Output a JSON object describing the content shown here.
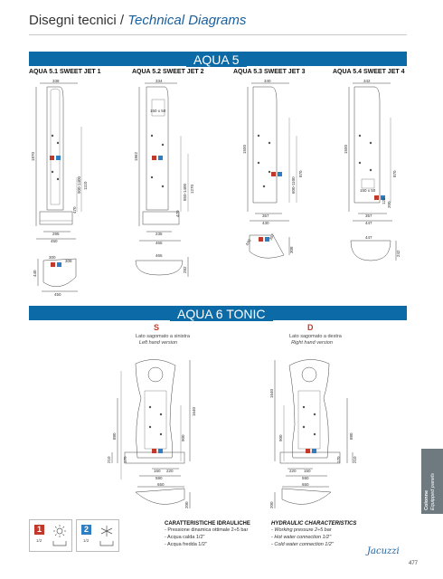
{
  "header": {
    "title_it": "Disegni tecnici /",
    "title_en": "Technical Diagrams"
  },
  "aqua5": {
    "section_title": "AQUA 5",
    "models": [
      {
        "label": "AQUA 5.1 SWEET JET 1"
      },
      {
        "label": "AQUA 5.2 SWEET JET 2"
      },
      {
        "label": "AQUA 5.3 SWEET JET 3"
      },
      {
        "label": "AQUA 5.4 SWEET JET 4"
      }
    ],
    "dims": {
      "m1_top": "338",
      "m1_h": "1870",
      "m1_h2": "1110",
      "m1_h3": "900-1400",
      "m1_h4": "470",
      "m1_w1": "295",
      "m1_w2": "450",
      "m1_plan_w": "450",
      "m1_plan_side": "440",
      "m1_plan_a": "300",
      "m1_plan_b": "308",
      "m2_top": "334",
      "m2_box": "150 x 50",
      "m2_h": "1862",
      "m2_h2": "1270",
      "m2_h3": "850-1400",
      "m2_h4": "470",
      "m2_w1": "235",
      "m2_w2": "465",
      "m2_plan_w": "465",
      "m2_plan_side": "282",
      "m3_top": "340",
      "m3_h": "1550",
      "m3_h2": "870",
      "m3_h3": "600-1100",
      "m3_w1": "357",
      "m3_w2": "430",
      "m3_plan_a": "430",
      "m3_plan_b": "357",
      "m3_plan_c": "308",
      "m4_top": "342",
      "m4_h": "1550",
      "m4_h2": "870",
      "m4_box": "150 x 50",
      "m4_h3": "120",
      "m4_h4": "200",
      "m4_w1": "357",
      "m4_w2": "447",
      "m4_plan_w": "447",
      "m4_plan_side": "242"
    }
  },
  "aqua6": {
    "section_title": "AQUA 6 TONIC",
    "left": {
      "letter": "S",
      "caption_it": "Lato sagomato a sinistra",
      "caption_en": "Left hand version",
      "dims": {
        "h": "1640",
        "h2": "880",
        "h3": "900",
        "h4": "210",
        "h5": "170",
        "w1": "150",
        "w2": "220",
        "w3": "590",
        "plan_w": "650",
        "plan_side": "200"
      }
    },
    "right": {
      "letter": "D",
      "caption_it": "Lato sagomato a destra",
      "caption_en": "Right hand version",
      "dims": {
        "h": "1640",
        "h2": "880",
        "h3": "900",
        "h4": "210",
        "h5": "170",
        "w1": "220",
        "w2": "150",
        "w3": "590",
        "plan_w": "650",
        "plan_side": "200"
      }
    }
  },
  "side_tab": {
    "line1": "Colonne",
    "line2": "Equipped panels"
  },
  "legend": [
    {
      "number": "1",
      "sub": "1/2",
      "icon": "sun-icon"
    },
    {
      "number": "2",
      "sub": "1/2",
      "icon": "snowflake-icon"
    }
  ],
  "specs_it": {
    "title": "CARATTERISTICHE IDRAULICHE",
    "items": [
      "- Pressione dinamica ottimale 2÷5 bar",
      "- Acqua calda 1/2\"",
      "- Acqua fredda 1/2\""
    ]
  },
  "specs_en": {
    "title": "HYDRAULIC CHARACTERISTICS",
    "items": [
      "- Working pressure 2÷5 bar",
      "- Hot water connection 1/2\"",
      "- Cold water connection 1/2\""
    ]
  },
  "brand": "Jacuzzi",
  "page_number": "477",
  "colors": {
    "accent": "#0c6aa6",
    "hot": "#c0392b",
    "cold": "#2f7ec1"
  }
}
